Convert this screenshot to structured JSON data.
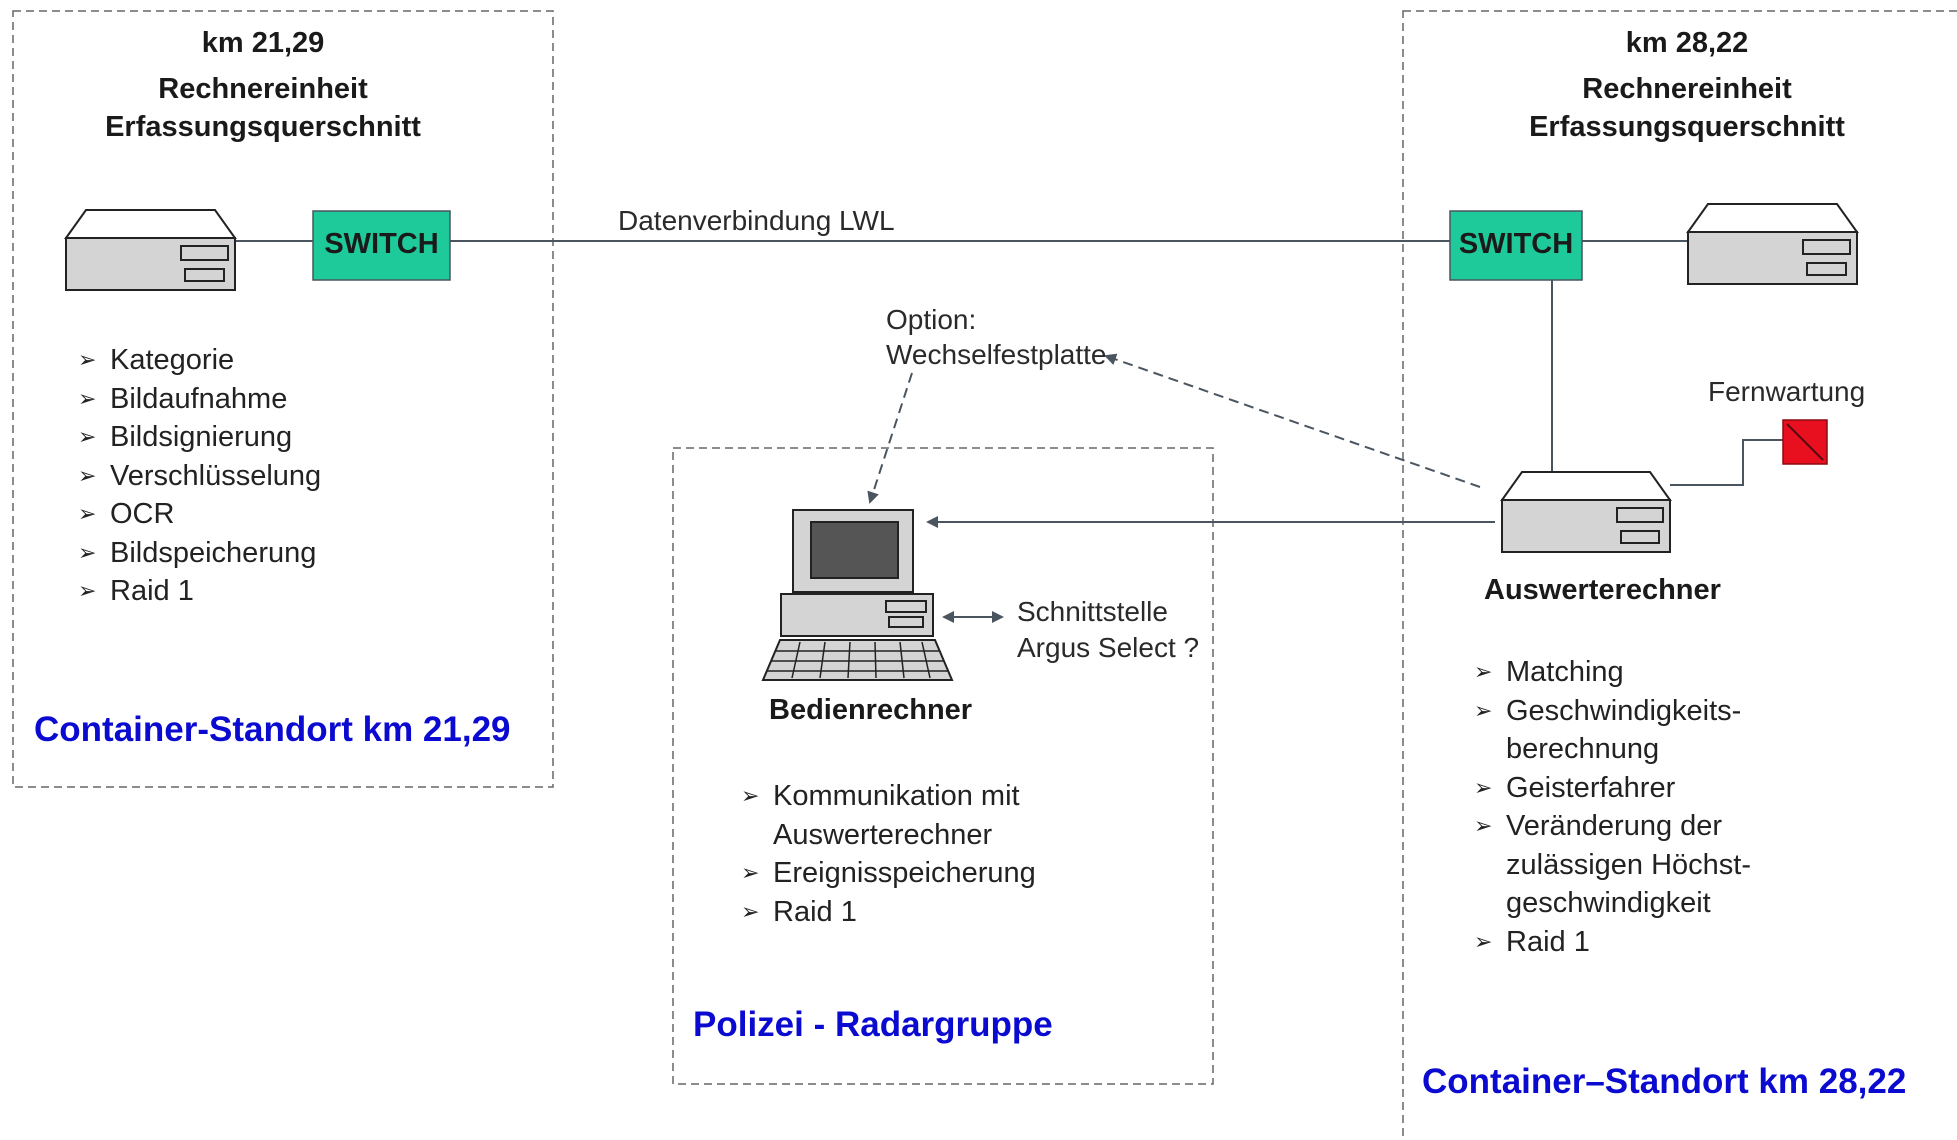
{
  "left_unit": {
    "km": "km 21,29",
    "title_line1": "Rechnereinheit",
    "title_line2": "Erfassungsquerschnitt",
    "switch": "SWITCH",
    "bullets": [
      "Kategorie",
      "Bildaufnahme",
      "Bildsignierung",
      "Verschlüsselung",
      "OCR",
      "Bildspeicherung",
      "Raid 1"
    ],
    "site": "Container-Standort km 21,29"
  },
  "right_unit": {
    "km": "km 28,22",
    "title_line1": "Rechnereinheit",
    "title_line2": "Erfassungsquerschnitt",
    "switch": "SWITCH",
    "site": "Container–Standort km 28,22"
  },
  "link_label": "Datenverbindung LWL",
  "option": {
    "line1": "Option:",
    "line2": "Wechselfestplatte"
  },
  "remote": "Fernwartung",
  "evaluator": {
    "name": "Auswerterechner",
    "bullets": [
      [
        "Matching"
      ],
      [
        "Geschwindigkeits-",
        "berechnung"
      ],
      [
        "Geisterfahrer"
      ],
      [
        "Veränderung der",
        "zulässigen Höchst-",
        "geschwindigkeit"
      ],
      [
        "Raid 1"
      ]
    ]
  },
  "operator": {
    "name": "Bedienrechner",
    "interface_line1": "Schnittstelle",
    "interface_line2": "Argus Select ?",
    "bullets": [
      [
        "Kommunikation mit",
        "Auswerterechner"
      ],
      [
        "Ereignisspeicherung"
      ],
      [
        "Raid 1"
      ]
    ],
    "site": "Polizei - Radargruppe"
  },
  "colors": {
    "switch_fill": "#1ec99a",
    "site_text": "#0a0ad0",
    "remote_box": "#e8101e",
    "line": "#4a5560"
  }
}
